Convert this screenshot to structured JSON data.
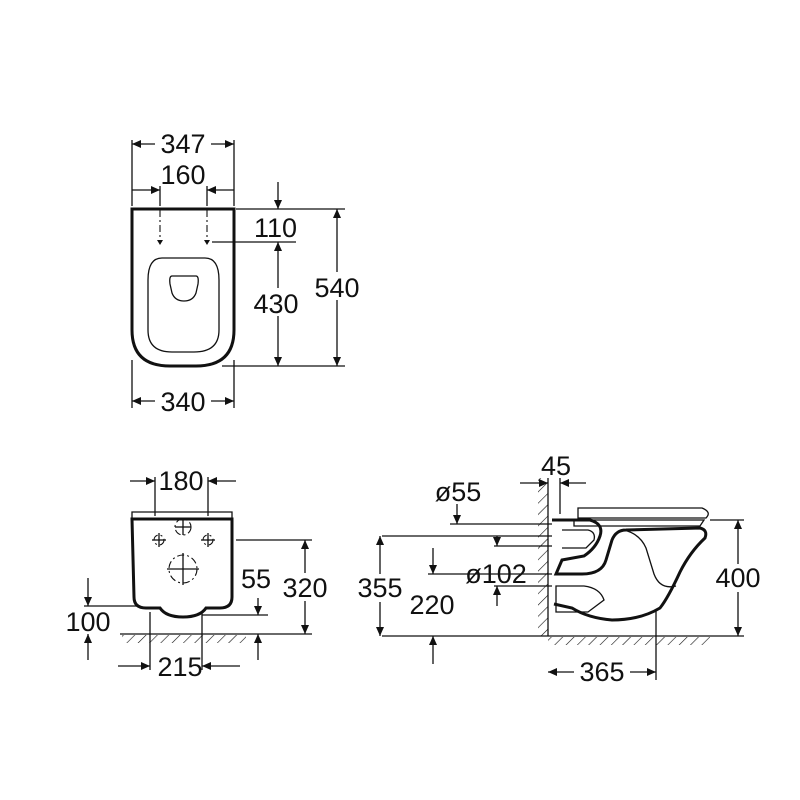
{
  "top_view": {
    "overall_width": "347",
    "fixing_spacing": "160",
    "fixing_offset": "110",
    "fixing_to_front": "430",
    "overall_length": "540",
    "bottom_width": "340"
  },
  "front_view": {
    "fixing_spacing": "180",
    "fixing_height": "55",
    "total_height": "320",
    "bottom_height": "100",
    "width": "215"
  },
  "side_view": {
    "wall_offset": "45",
    "inlet_diameter": "ø55",
    "outlet_diameter": "ø102",
    "inlet_height": "355",
    "outlet_height": "220",
    "rim_height": "400",
    "projection": "365"
  },
  "colors": {
    "line": "#111111",
    "background": "#ffffff"
  }
}
